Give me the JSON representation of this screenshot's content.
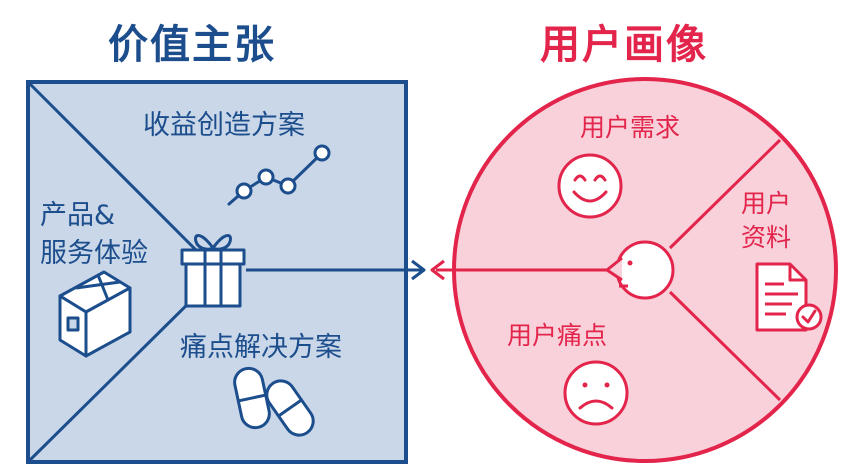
{
  "value_map": {
    "title": "价值主张",
    "gain_creators": "收益创造方案",
    "products_line1": "产品&",
    "products_line2": "服务体验",
    "pain_relievers": "痛点解决方案",
    "colors": {
      "primary": "#1c4d8c",
      "fill": "#c9d7e8"
    }
  },
  "customer_profile": {
    "title": "用户画像",
    "jobs": "用户需求",
    "profile_line1": "用户",
    "profile_line2": "资料",
    "pains": "用户痛点",
    "colors": {
      "primary": "#e3244b",
      "fill": "#f8d1da"
    }
  },
  "icons": [
    "gift-icon",
    "line-chart-icon",
    "box-icon",
    "pills-icon",
    "smile-face-icon",
    "sad-face-icon",
    "document-check-icon",
    "face-profile-icon"
  ]
}
